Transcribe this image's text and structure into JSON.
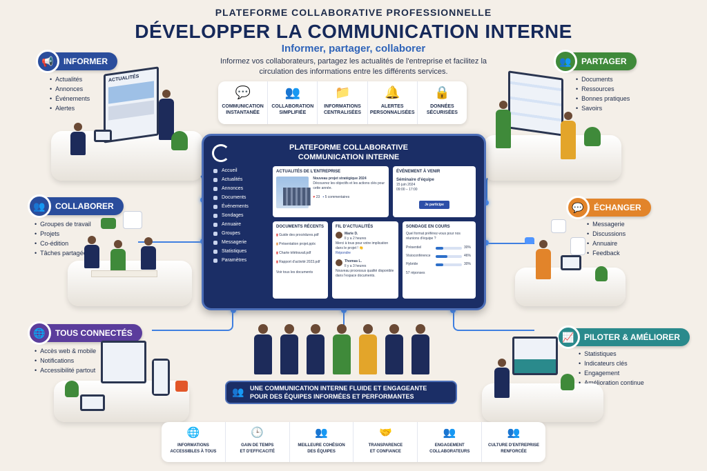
{
  "header": {
    "kicker": "PLATEFORME COLLABORATIVE PROFESSIONNELLE",
    "title": "DÉVELOPPER LA COMMUNICATION INTERNE",
    "subtitle": "Informer, partager, collaborer",
    "intro": "Informez vos collaborateurs, partagez les actualités de l'entreprise et facilitez la circulation des informations entre les différents services."
  },
  "features": [
    {
      "icon": "chat-icon",
      "label": "COMMUNICATION INSTANTANÉE"
    },
    {
      "icon": "users-icon",
      "label": "COLLABORATION SIMPLIFIÉE"
    },
    {
      "icon": "folder-icon",
      "label": "INFORMATIONS CENTRALISÉES"
    },
    {
      "icon": "bell-icon",
      "label": "ALERTES PERSONNALISÉES"
    },
    {
      "icon": "lock-icon",
      "label": "DONNÉES SÉCURISÉES"
    }
  ],
  "sections": {
    "informer": {
      "title": "INFORMER",
      "color": "#2a4d9c",
      "items": [
        "Actualités",
        "Annonces",
        "Événements",
        "Alertes"
      ],
      "screen_label": "ACTUALITÉS"
    },
    "partager": {
      "title": "PARTAGER",
      "color": "#3f8a3a",
      "items": [
        "Documents",
        "Ressources",
        "Bonnes pratiques",
        "Savoirs"
      ]
    },
    "collaborer": {
      "title": "COLLABORER",
      "color": "#2a4d9c",
      "items": [
        "Groupes de travail",
        "Projets",
        "Co-édition",
        "Tâches partagées"
      ]
    },
    "echanger": {
      "title": "ÉCHANGER",
      "color": "#e2842a",
      "items": [
        "Messagerie",
        "Discussions",
        "Annuaire",
        "Feedback"
      ]
    },
    "connectes": {
      "title": "TOUS CONNECTÉS",
      "color": "#5b3d9c",
      "items": [
        "Accès web & mobile",
        "Notifications",
        "Accessibilité partout"
      ]
    },
    "piloter": {
      "title": "PILOTER & AMÉLIORER",
      "color": "#2a8a8c",
      "items": [
        "Statistiques",
        "Indicateurs clés",
        "Engagement",
        "Amélioration continue"
      ]
    }
  },
  "platform": {
    "title": "PLATEFORME COLLABORATIVE\nCOMMUNICATION INTERNE",
    "menu": [
      "Accueil",
      "Actualités",
      "Annonces",
      "Documents",
      "Événements",
      "Sondages",
      "Annuaire",
      "Groupes",
      "Messagerie",
      "Statistiques",
      "Paramètres"
    ],
    "news": {
      "title": "ACTUALITÉS DE L'ENTREPRISE",
      "headline": "Nouveau projet stratégique 2024",
      "body": "Découvrez les objectifs et les actions clés pour cette année.",
      "likes": "23",
      "comments": "5 commentaires"
    },
    "event": {
      "title": "ÉVÉNEMENT À VENIR",
      "name": "Séminaire d'équipe",
      "date": "15 juin 2024",
      "time": "09:00 – 17:00",
      "button": "Je participe"
    },
    "docs": {
      "title": "DOCUMENTS RÉCENTS",
      "items": [
        "Guide des procédures.pdf",
        "Présentation projet.pptx",
        "Charte télétravail.pdf",
        "Rapport d'activité 2023.pdf"
      ],
      "link": "Voir tous les documents"
    },
    "feed": {
      "title": "FIL D'ACTUALITÉS",
      "posts": [
        {
          "author": "Marie D.",
          "time": "Il y a 2 heures",
          "text": "Merci à tous pour votre implication dans le projet ! 👏",
          "action": "Répondre"
        },
        {
          "author": "Thomas L.",
          "time": "Il y a 3 heures",
          "text": "Nouveau processus qualité disponible dans l'espace documents."
        }
      ]
    },
    "poll": {
      "title": "SONDAGE EN COURS",
      "question": "Quel format préférez-vous pour nos réunions d'équipe ?",
      "options": [
        {
          "label": "Présentiel",
          "value": 30,
          "text": "30%"
        },
        {
          "label": "Visioconférence",
          "value": 46,
          "text": "46%"
        },
        {
          "label": "Hybride",
          "value": 30,
          "text": "30%"
        }
      ],
      "responses": "57 réponses"
    }
  },
  "banner": {
    "text": "UNE COMMUNICATION INTERNE FLUIDE ET ENGAGEANTE\nPOUR DES ÉQUIPES INFORMÉES ET PERFORMANTES"
  },
  "benefits": [
    {
      "icon": "globe-icon",
      "label": "INFORMATIONS\nACCESSIBLES À TOUS"
    },
    {
      "icon": "clock-icon",
      "label": "GAIN DE TEMPS\nET D'EFFICACITÉ"
    },
    {
      "icon": "team-icon",
      "label": "MEILLEURE COHÉSION\nDES ÉQUIPES"
    },
    {
      "icon": "handshake-icon",
      "label": "TRANSPARENCE\nET CONFIANCE"
    },
    {
      "icon": "engagement-icon",
      "label": "ENGAGEMENT\nCOLLABORATEURS"
    },
    {
      "icon": "culture-icon",
      "label": "CULTURE D'ENTREPRISE\nRENFORCÉE"
    }
  ]
}
